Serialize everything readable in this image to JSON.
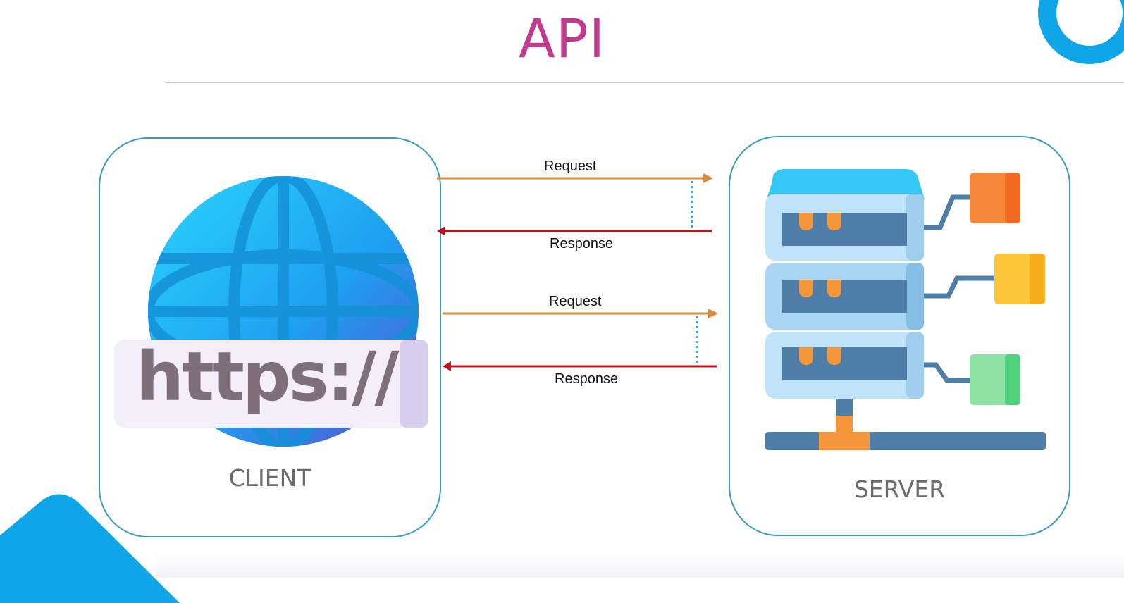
{
  "title": "API",
  "client": {
    "label": "CLIENT",
    "url_scheme": "https://"
  },
  "server": {
    "label": "SERVER"
  },
  "exchanges": [
    {
      "request_label": "Request",
      "response_label": "Response"
    },
    {
      "request_label": "Request",
      "response_label": "Response"
    }
  ],
  "colors": {
    "title": "#c23a8e",
    "request_arrow": "#d98a3c",
    "response_arrow": "#c0141c",
    "panel_border": "#3a9db8",
    "accent_blue": "#0ea5e9"
  }
}
